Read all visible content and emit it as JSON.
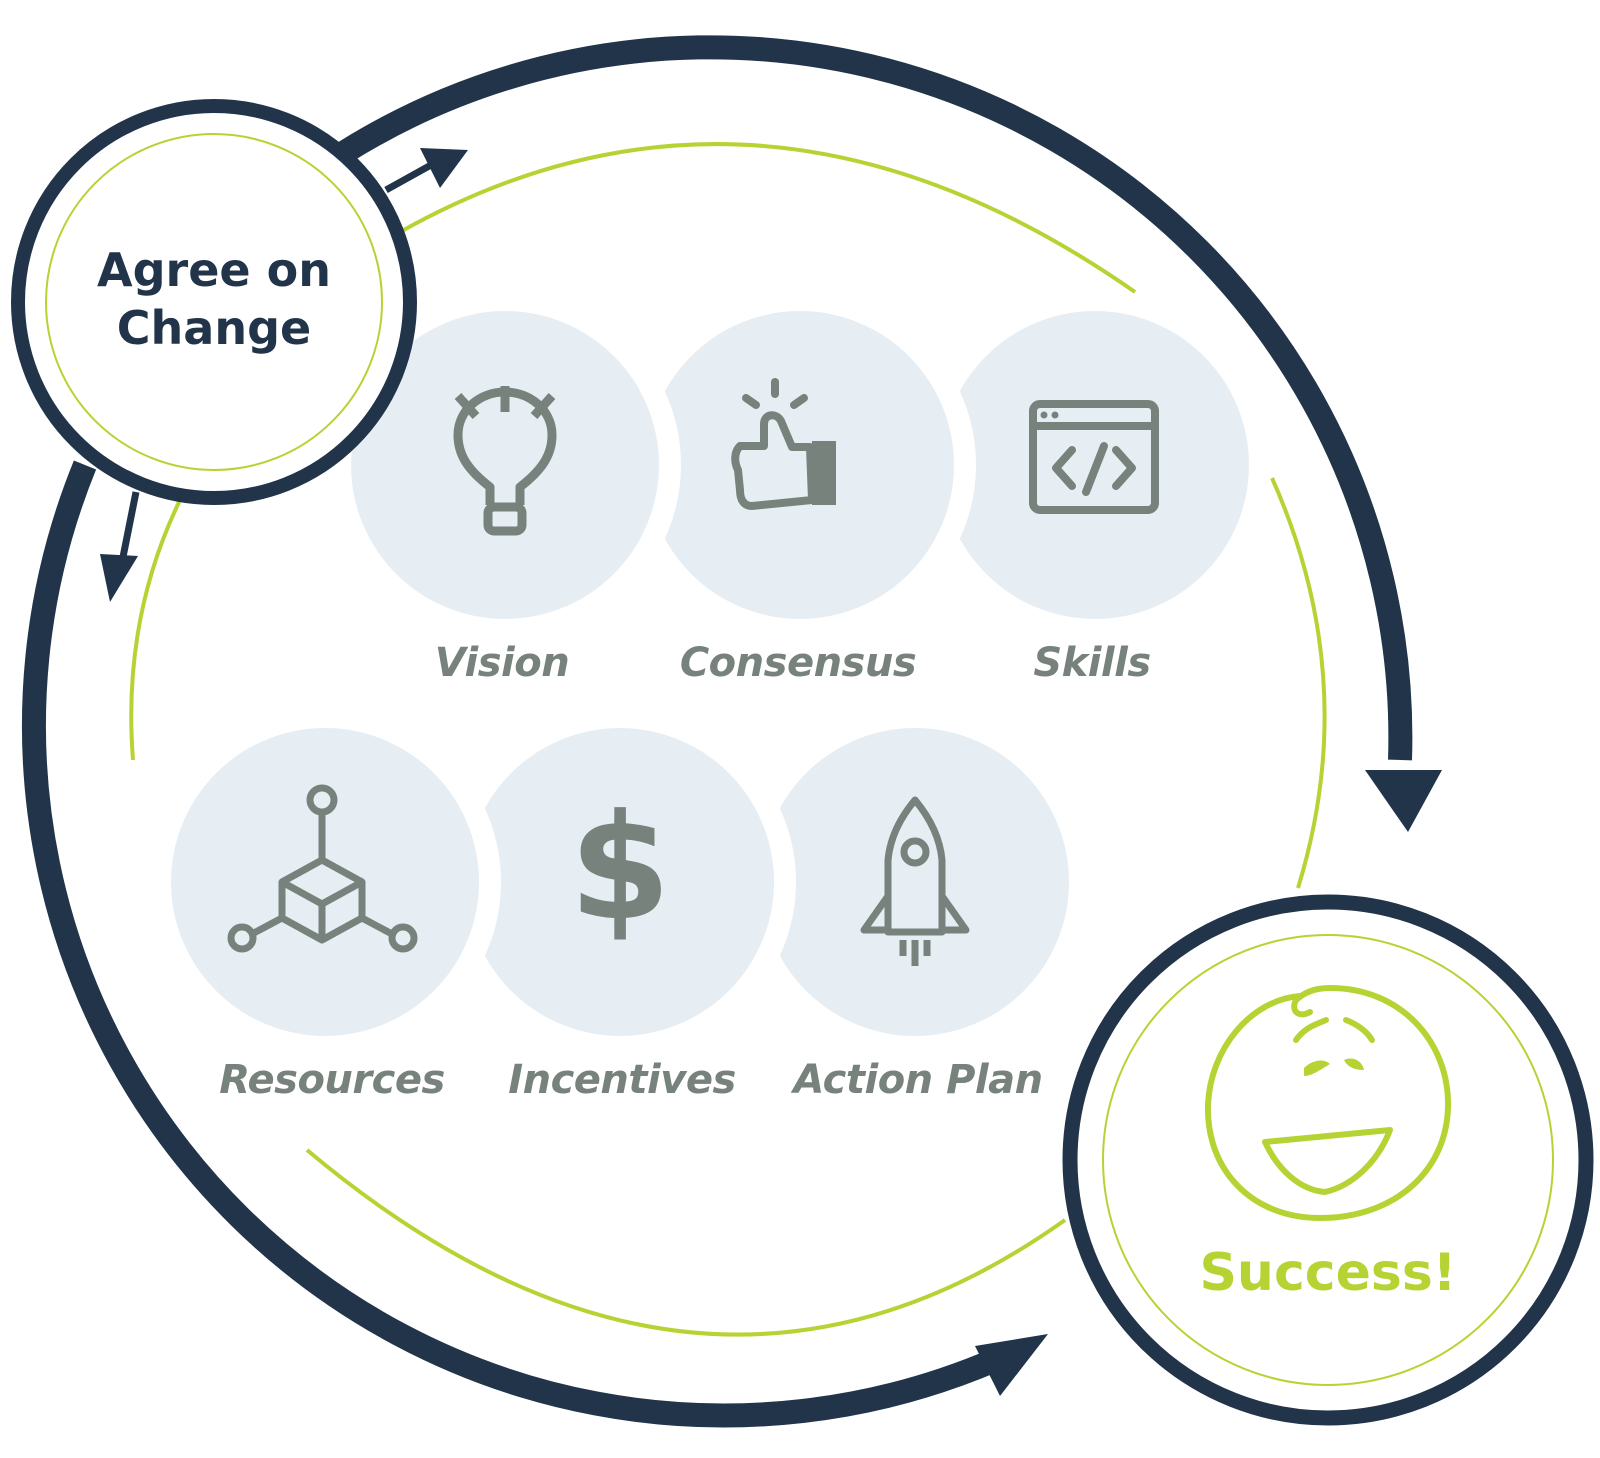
{
  "start_node": {
    "line1": "Agree on",
    "line2": "Change"
  },
  "end_node": {
    "label": "Success!"
  },
  "factors": [
    {
      "label": "Vision",
      "icon": "lightbulb-icon"
    },
    {
      "label": "Consensus",
      "icon": "thumbs-up-icon"
    },
    {
      "label": "Skills",
      "icon": "code-window-icon"
    },
    {
      "label": "Resources",
      "icon": "network-cube-icon"
    },
    {
      "label": "Incentives",
      "icon": "dollar-icon"
    },
    {
      "label": "Action Plan",
      "icon": "rocket-icon"
    }
  ],
  "colors": {
    "navy": "#21344a",
    "green": "#b6d334",
    "gray": "#77827c",
    "bubble": "#e7eef3"
  }
}
